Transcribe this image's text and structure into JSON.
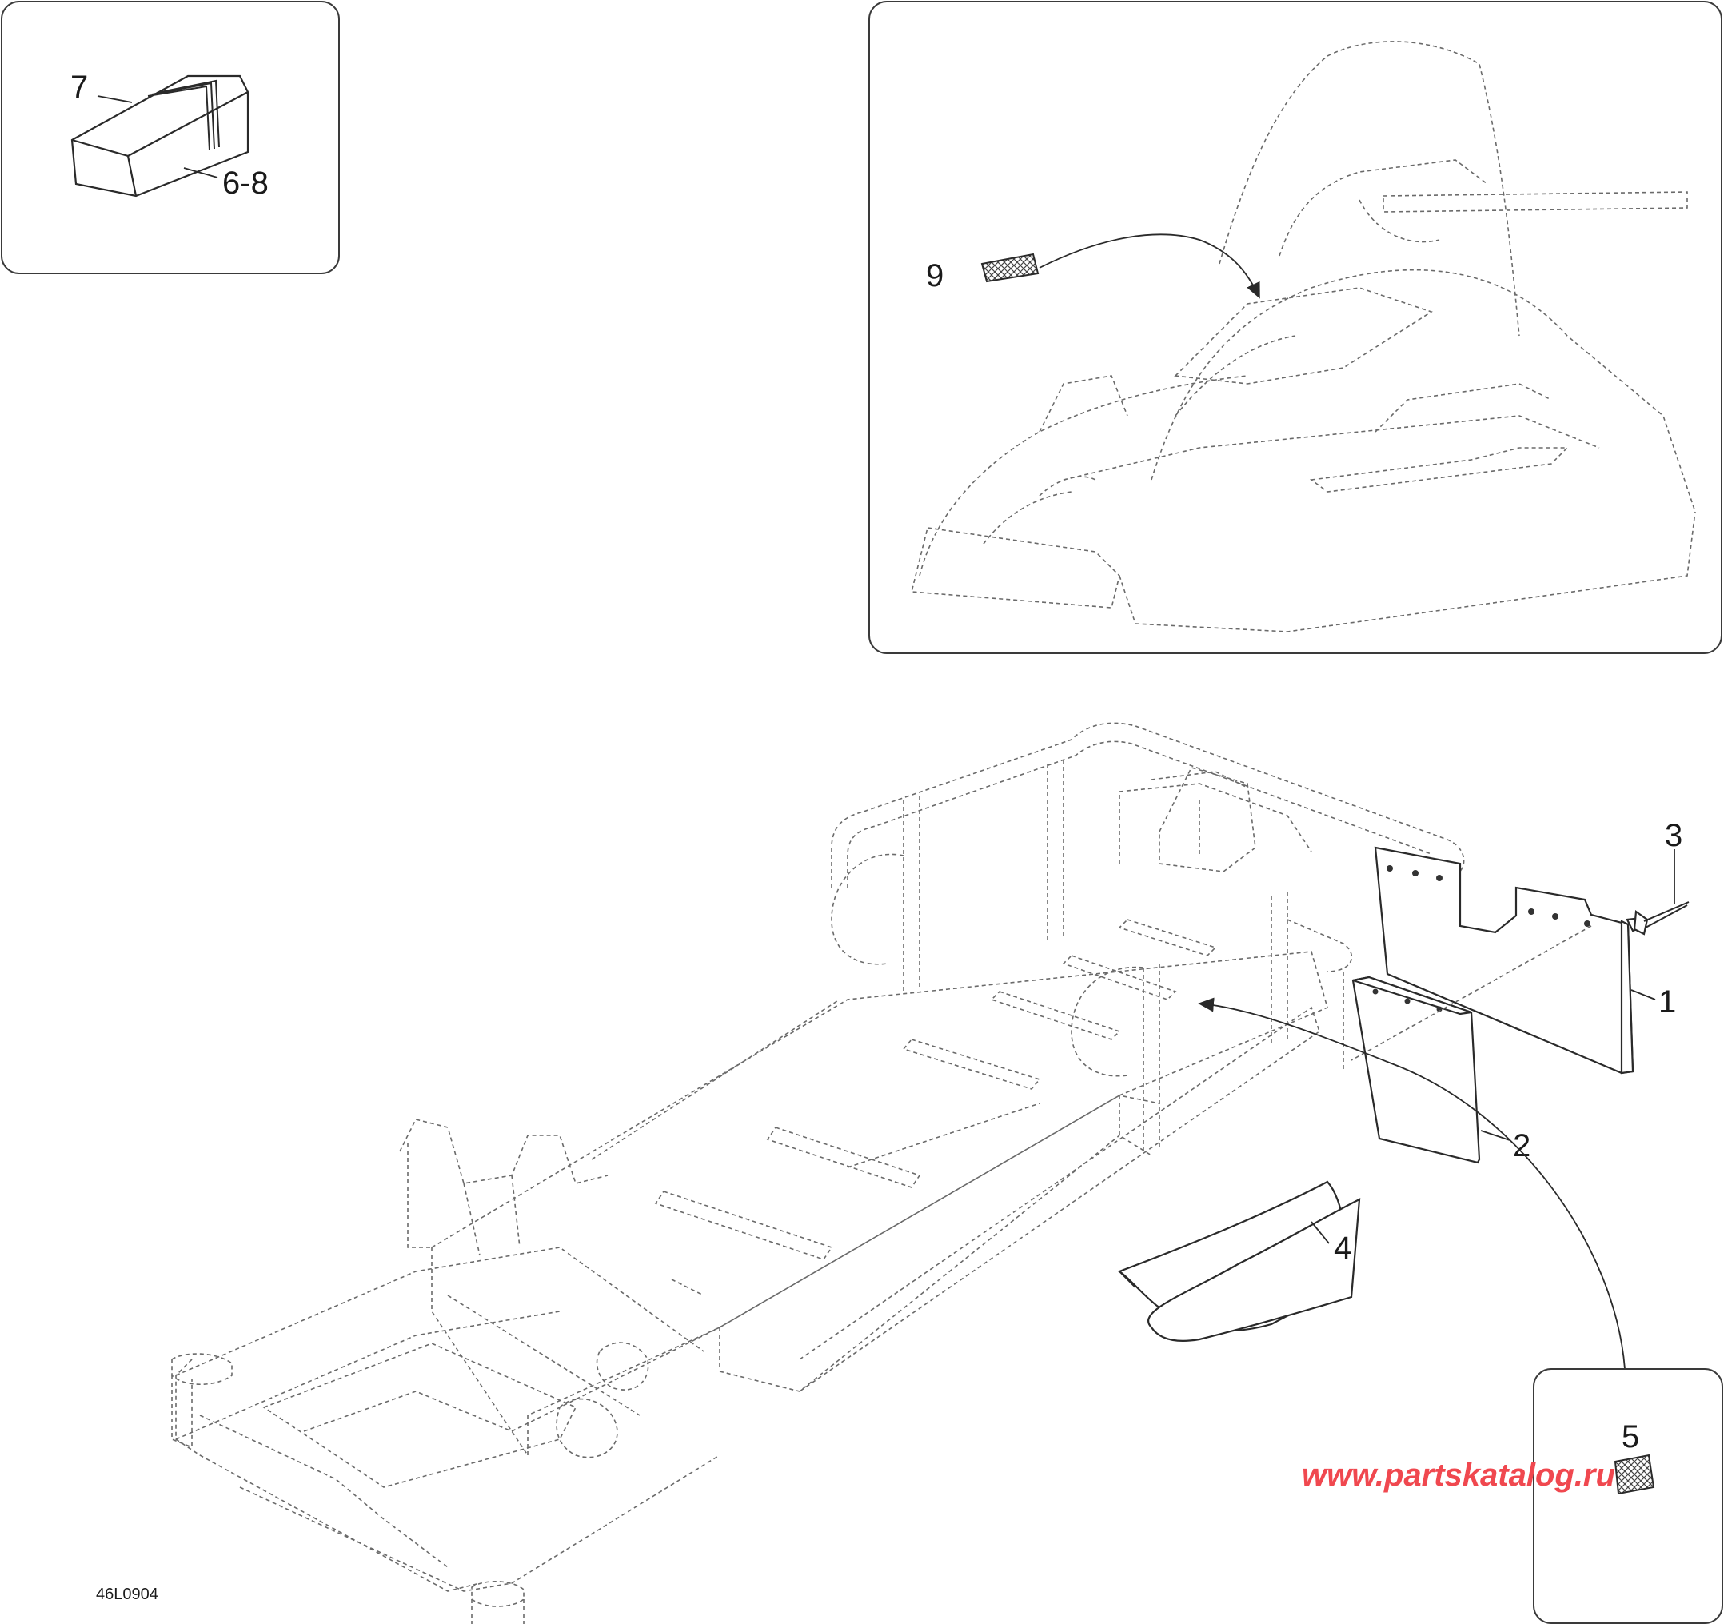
{
  "diagram": {
    "callouts": {
      "c1": "1",
      "c2": "2",
      "c3": "3",
      "c4": "4",
      "c5": "5",
      "c7": "7",
      "c68": "6-8",
      "c9": "9"
    },
    "drawing_code": "46L0904",
    "watermark": "www.partskatalog.ru"
  }
}
